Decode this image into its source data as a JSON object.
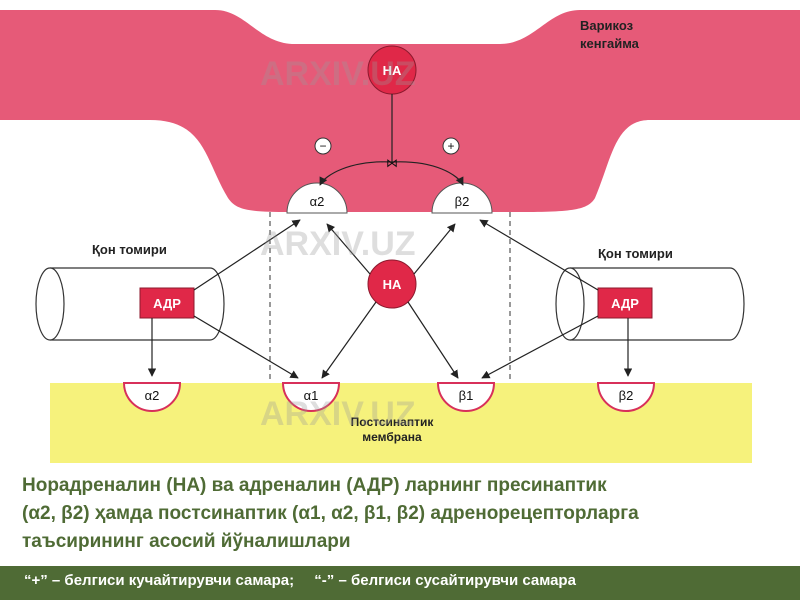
{
  "diagram": {
    "varicose_label": "Варикоз кенгайма",
    "na": "НА",
    "adr": "АДР",
    "left_vessel_label": "Қон томири",
    "right_vessel_label": "Қон томири",
    "postsynaptic_label": "Постсинаптик мембрана",
    "sign_minus": "−",
    "sign_plus": "+",
    "receptors": {
      "pre_alpha2": "α2",
      "pre_beta2": "β2",
      "post_alpha2": "α2",
      "post_alpha1": "α1",
      "post_beta1": "β1",
      "post_beta2": "β2"
    },
    "watermark": "ARXIV.UZ"
  },
  "caption": {
    "line1": "Норадреналин (НА) ва адреналин (АДР) ларнинг пресинаптик",
    "line2": "(α2, β2) ҳамда постсинаптик (α1, α2, β1, β2) адренорецепторларга",
    "line3": "таъсирининг асосий йўналишлари"
  },
  "footer": {
    "left": "“+” – белгиси кучайтирувчи  самара;",
    "right": "“-” – белгиси сусайтирувчи самара"
  },
  "colors": {
    "pink": "#e65a78",
    "red_box": "#e02848",
    "yellow": "#f6f27c",
    "green": "#4f6b35"
  }
}
